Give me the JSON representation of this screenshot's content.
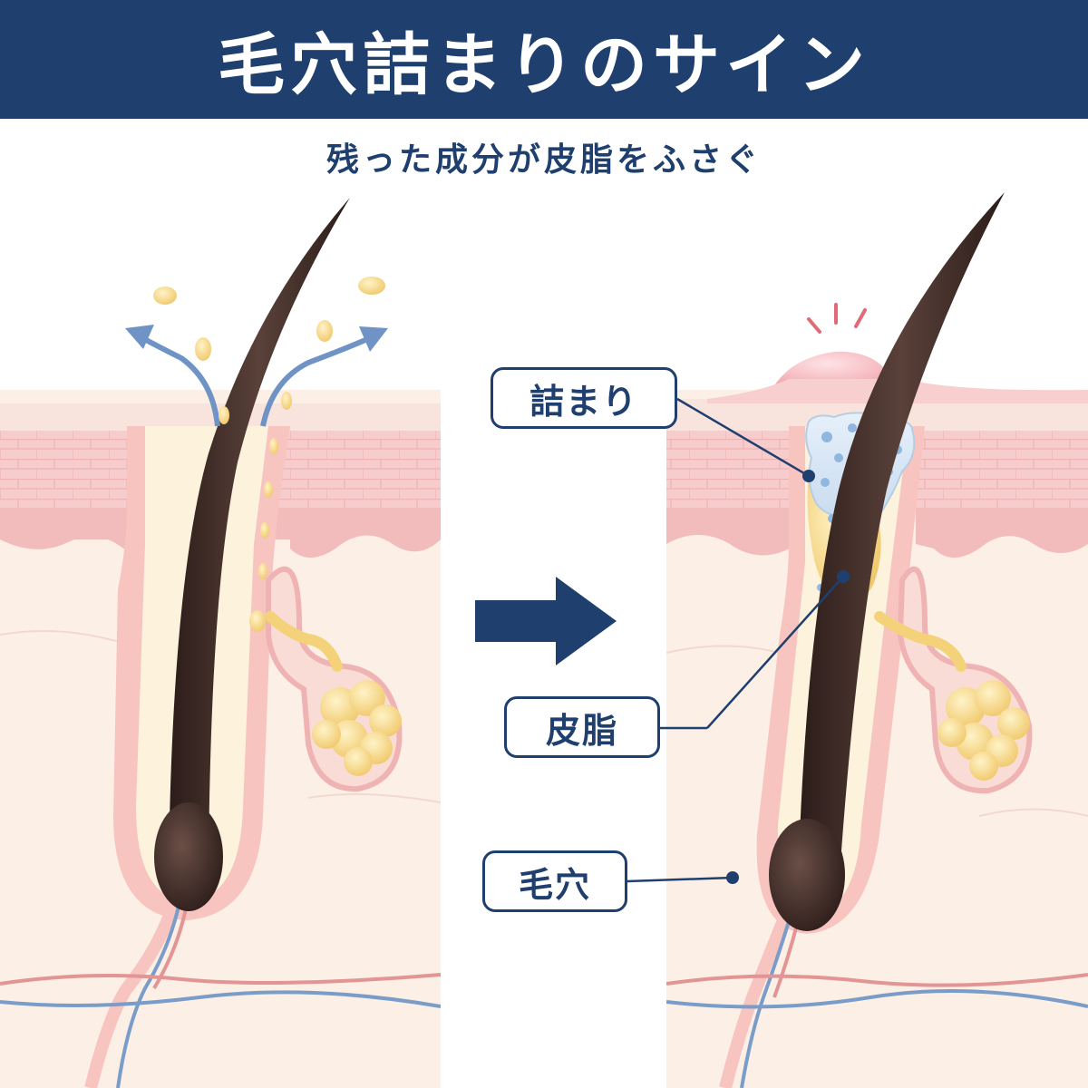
{
  "header": {
    "title": "毛穴詰まりのサイン",
    "subtitle": "残った成分が皮脂をふさぐ"
  },
  "labels": {
    "clog": "詰まり",
    "sebum": "皮脂",
    "pore": "毛穴"
  },
  "colors": {
    "navy": "#1f3f6e",
    "skin_surface": "#f9e3dd",
    "skin_pink": "#f4c3c3",
    "dermis": "#fcefe6",
    "sebum_yellow": "#f3d27a",
    "hair": "#3d2a26",
    "clog_blue": "#8fb7df",
    "vein_blue": "#7a9cc9",
    "artery_red": "#e39494",
    "inflamed": "#f4a7ae"
  },
  "icons": {
    "arrow": "right-arrow-icon",
    "vapor_arrow": "curved-up-arrow-icon"
  }
}
